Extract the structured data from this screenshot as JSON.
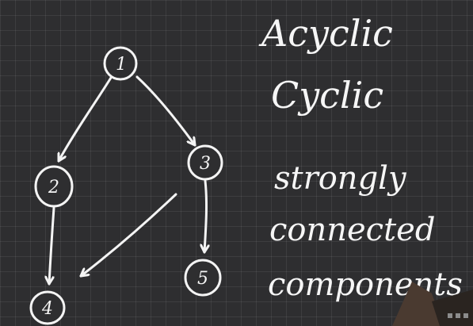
{
  "nodes": [
    {
      "id": "1",
      "label": "1"
    },
    {
      "id": "2",
      "label": "2"
    },
    {
      "id": "3",
      "label": "3"
    },
    {
      "id": "4",
      "label": "4"
    },
    {
      "id": "5",
      "label": "5"
    }
  ],
  "edges": [
    {
      "from": "1",
      "to": "2"
    },
    {
      "from": "1",
      "to": "3"
    },
    {
      "from": "2",
      "to": "4"
    },
    {
      "from": "3",
      "to": "4"
    },
    {
      "from": "3",
      "to": "5"
    }
  ],
  "notes": {
    "acyclic": "Acyclic",
    "cyclic": "Cyclic",
    "strongly": "strongly",
    "connected": "connected",
    "components": "components"
  },
  "colors": {
    "board": "#2e2e30",
    "ink": "#f4f4f4"
  }
}
